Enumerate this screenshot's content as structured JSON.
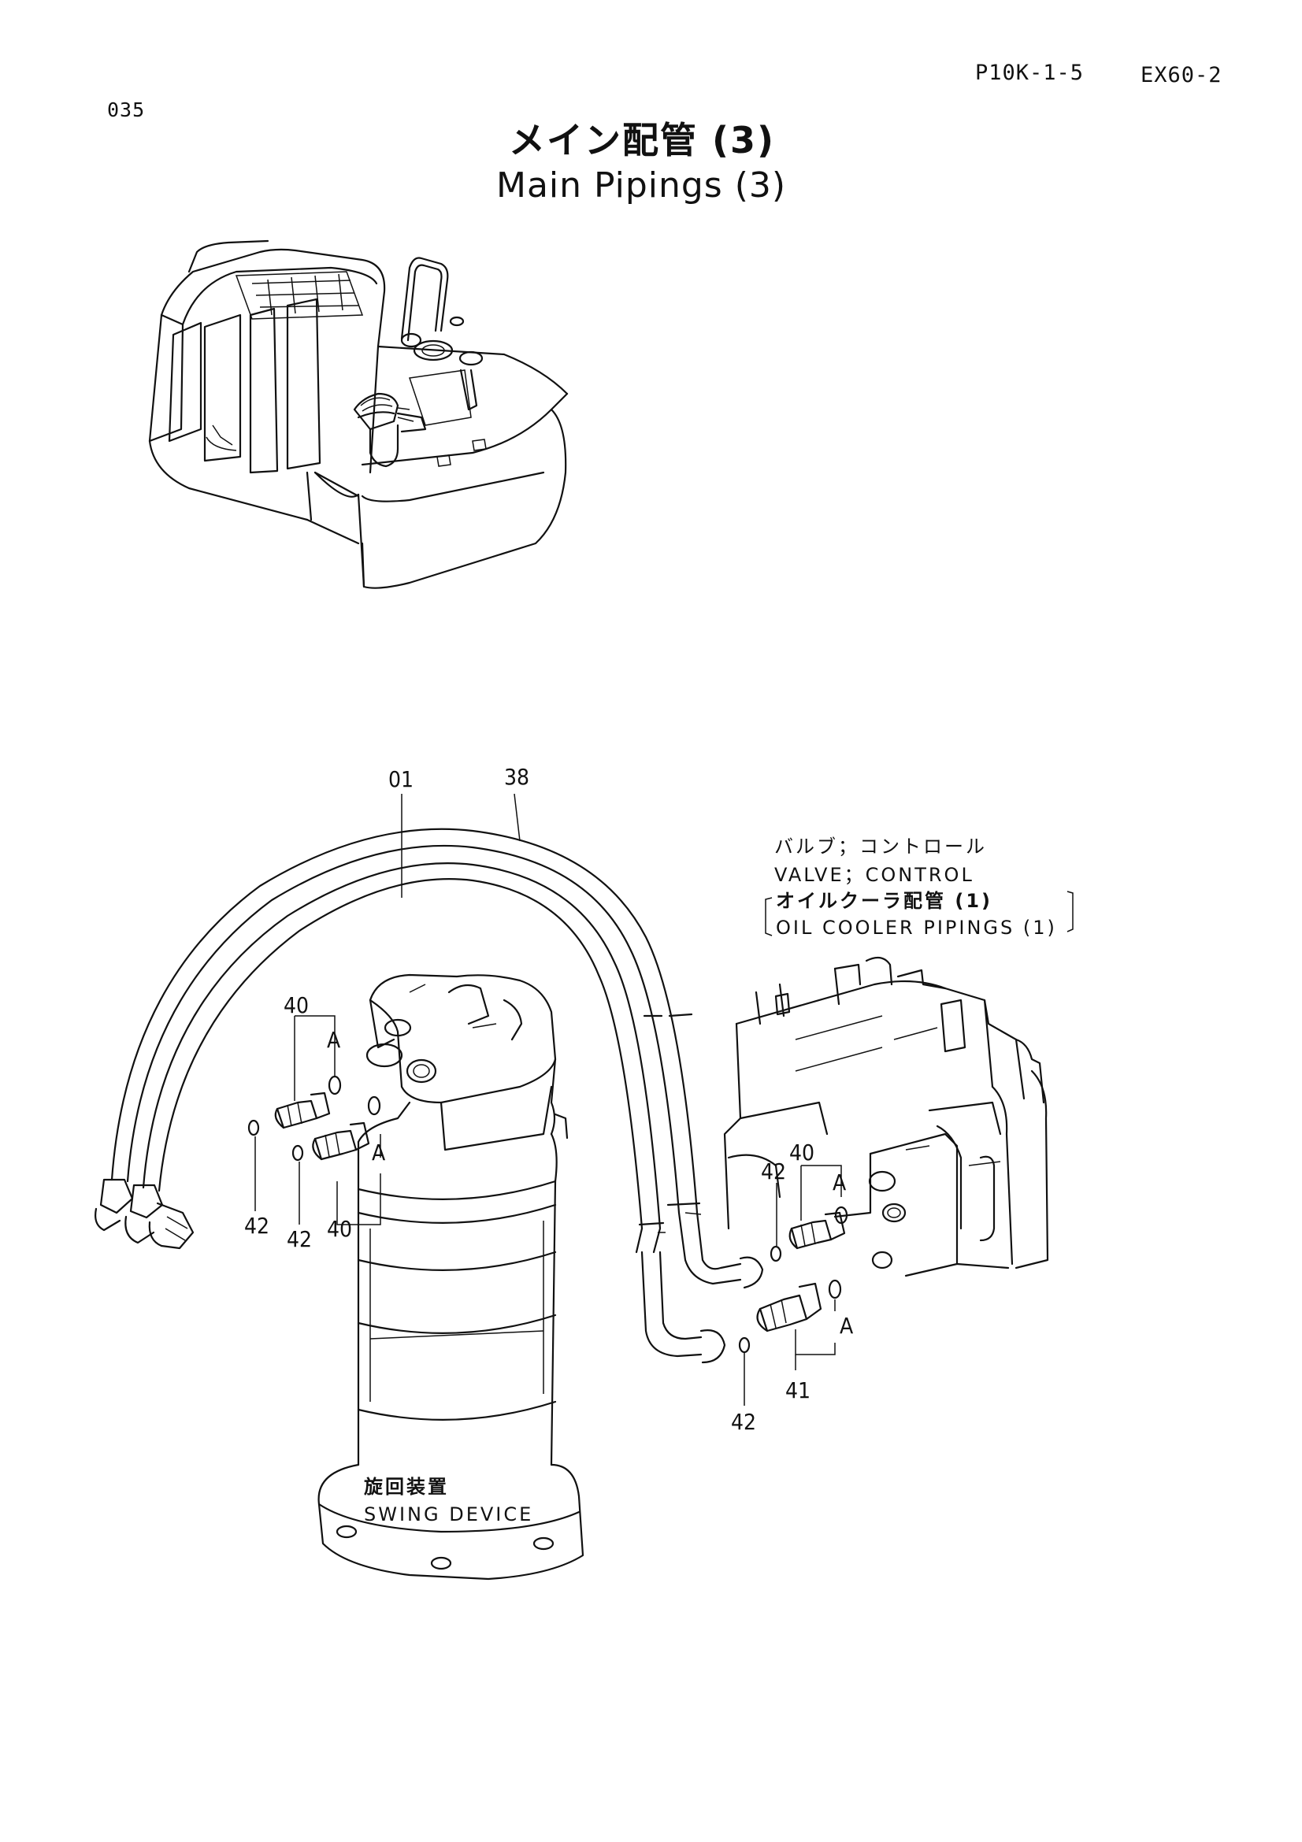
{
  "header": {
    "page_code": "P10K-1-5",
    "model": "EX60-2",
    "sheet_no": "035",
    "title_jp": "メイン配管 (3)",
    "title_en": "Main Pipings (3)"
  },
  "parts": {
    "p01": "01",
    "p38": "38",
    "p40a": "40",
    "p40b": "40",
    "p40c": "40",
    "p41": "41",
    "p42a": "42",
    "p42b": "42",
    "p42c": "42",
    "p42d": "42",
    "refA1": "A",
    "refA2": "A",
    "refA3": "A",
    "refA4": "A"
  },
  "labels": {
    "valve_jp": "バルブ；コントロール",
    "valve_en": "VALVE；CONTROL",
    "oil_jp": "オイルクーラ配管 (1)",
    "oil_en": "OIL  COOLER  PIPINGS (1)",
    "swing_jp": "旋回装置",
    "swing_en": "SWING  DEVICE"
  }
}
